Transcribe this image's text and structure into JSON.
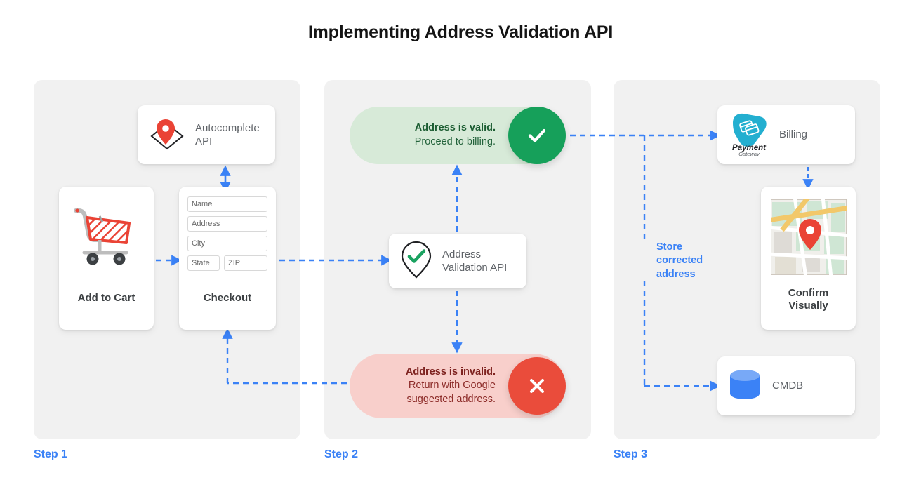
{
  "page": {
    "title": "Implementing Address Validation API",
    "accent_blue": "#3b82f6",
    "panel_bg": "#f1f1f1",
    "background": "#ffffff"
  },
  "steps": [
    {
      "label": "Step 1"
    },
    {
      "label": "Step 2"
    },
    {
      "label": "Step 3"
    }
  ],
  "step1": {
    "autocomplete_card": {
      "label": "Autocomplete\nAPI",
      "icon": "map-pin-diamond-icon"
    },
    "add_to_cart_card": {
      "label": "Add to Cart",
      "icon": "shopping-cart-icon"
    },
    "checkout_card": {
      "label": "Checkout",
      "fields": [
        {
          "name": "name",
          "placeholder": "Name"
        },
        {
          "name": "address",
          "placeholder": "Address"
        },
        {
          "name": "city",
          "placeholder": "City"
        },
        {
          "name": "state",
          "placeholder": "State"
        },
        {
          "name": "zip",
          "placeholder": "ZIP"
        }
      ]
    }
  },
  "step2": {
    "valid_pill": {
      "line1": "Address is valid.",
      "line2": "Proceed to billing.",
      "badge_icon": "check-icon",
      "bg_color": "#d7ead8",
      "badge_color": "#16a05a"
    },
    "validation_card": {
      "label": "Address\nValidation API",
      "icon": "pin-check-icon"
    },
    "invalid_pill": {
      "line1": "Address is invalid.",
      "line2": "Return with Google",
      "line3": "suggested address.",
      "badge_icon": "close-icon",
      "bg_color": "#f8cfcb",
      "badge_color": "#ea4c3b"
    }
  },
  "step3": {
    "billing_card": {
      "label": "Billing",
      "icon": "payment-gateway-logo",
      "logo_text_line1": "Payment",
      "logo_text_line2": "Gateway"
    },
    "confirm_card": {
      "label": "Confirm\nVisually",
      "icon": "map-thumbnail-icon"
    },
    "cmdb_card": {
      "label": "CMDB",
      "icon": "database-cylinder-icon"
    },
    "store_label": "Store\ncorrected\naddress"
  }
}
